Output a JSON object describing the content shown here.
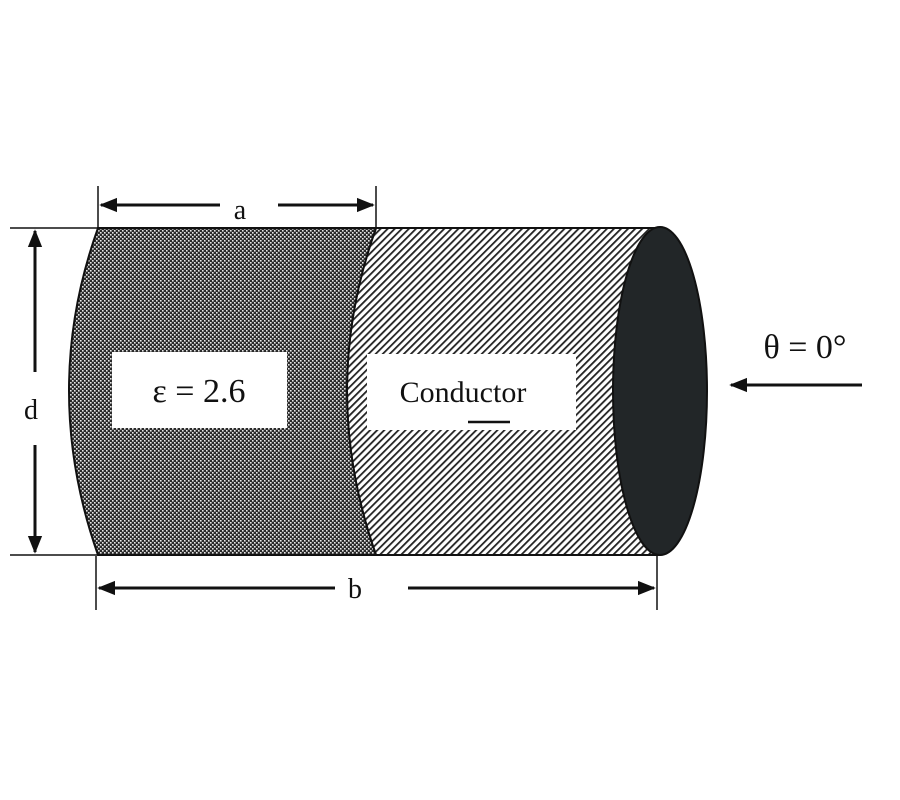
{
  "labels": {
    "dim_a": "a",
    "dim_b": "b",
    "dim_d": "d",
    "dielectric": "ε = 2.6",
    "conductor": "Conductor",
    "angle": "θ = 0°"
  },
  "colors": {
    "end_cap": "#222628",
    "stroke": "#111111"
  }
}
